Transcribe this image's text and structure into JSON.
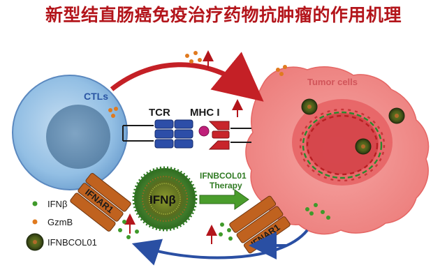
{
  "title": "新型结直肠癌免疫治疗药物抗肿瘤的作用机理",
  "labels": {
    "ctls": "CTLs",
    "tumor": "Tumor cells",
    "tcr": "TCR",
    "mhc": "MHC I",
    "ifnar_left": "IFNAR1",
    "ifnar_right": "IFNAR1",
    "ifnb_particle": "IFNβ",
    "therapy_line1": "IFNBCOL01",
    "therapy_line2": "Therapy"
  },
  "legend": [
    {
      "label": "IFNβ",
      "color": "#3f9a2a"
    },
    {
      "label": "GzmB",
      "color": "#e07a1f"
    },
    {
      "label": "IFNBCOL01",
      "color": "#3b4a1c"
    }
  ],
  "colors": {
    "title": "#b3151b",
    "ctl": "#8fbde3",
    "tumor": "#f08a88",
    "tcr": "#2d4ea8",
    "mhc": "#c8252b",
    "arrow_red": "#c42026",
    "arrow_blue": "#2a4fa3",
    "arrow_green": "#4a9d2c",
    "receptor": "#c0621f"
  }
}
